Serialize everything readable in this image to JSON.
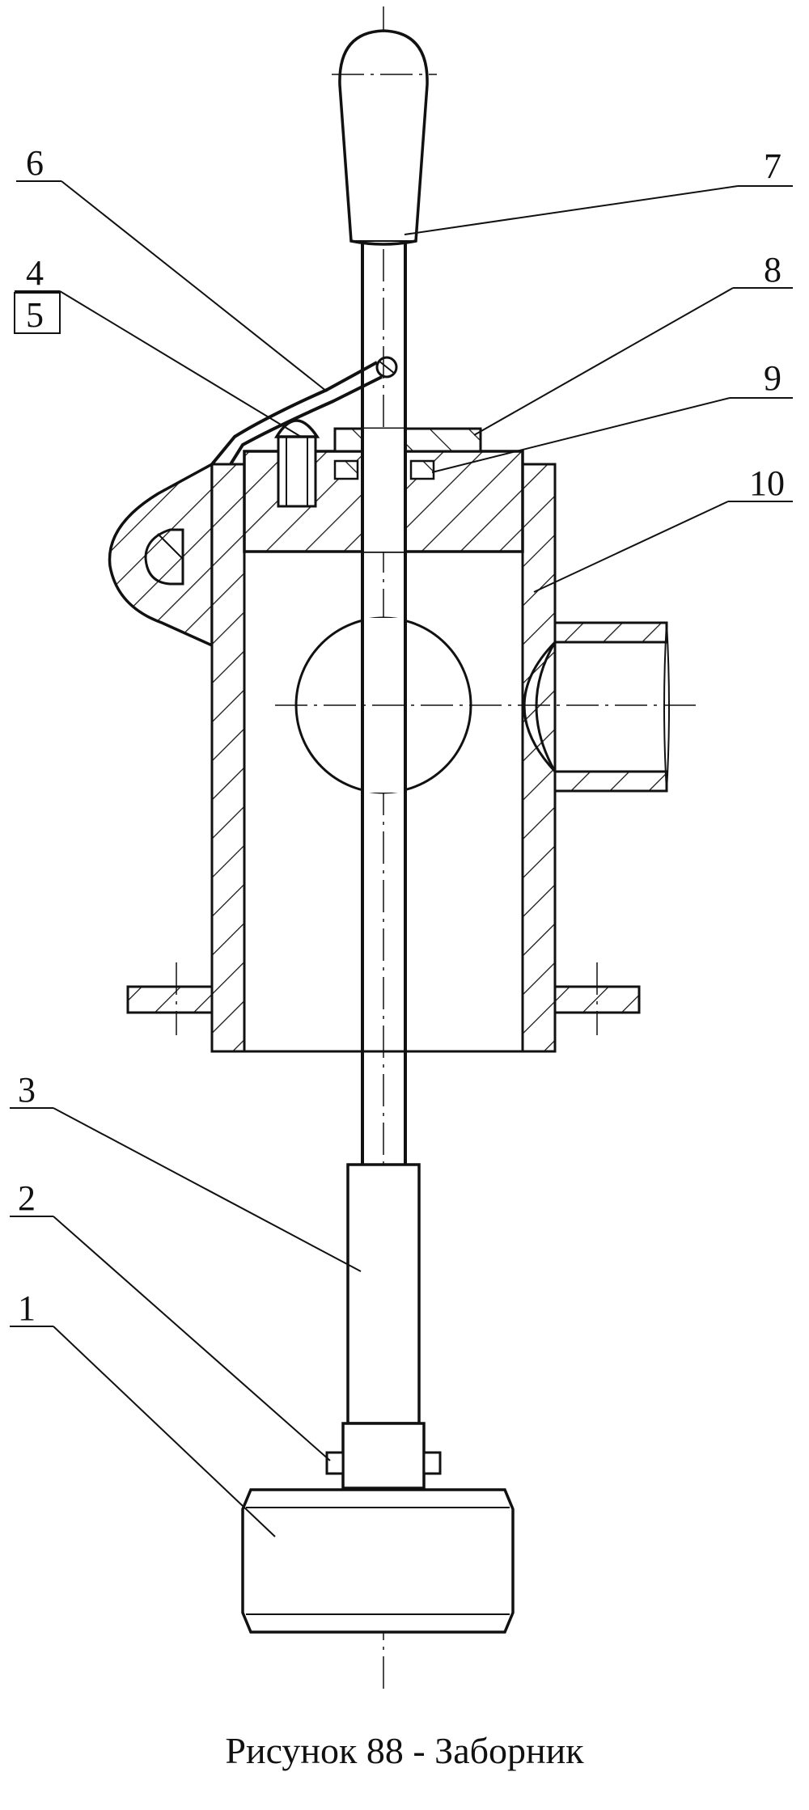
{
  "figure": {
    "caption": "Рисунок 88 - Заборник"
  },
  "labels": {
    "l1": "1",
    "l2": "2",
    "l3": "3",
    "l4": "4",
    "l5": "5",
    "l6": "6",
    "l7": "7",
    "l8": "8",
    "l9": "9",
    "l10": "10"
  }
}
